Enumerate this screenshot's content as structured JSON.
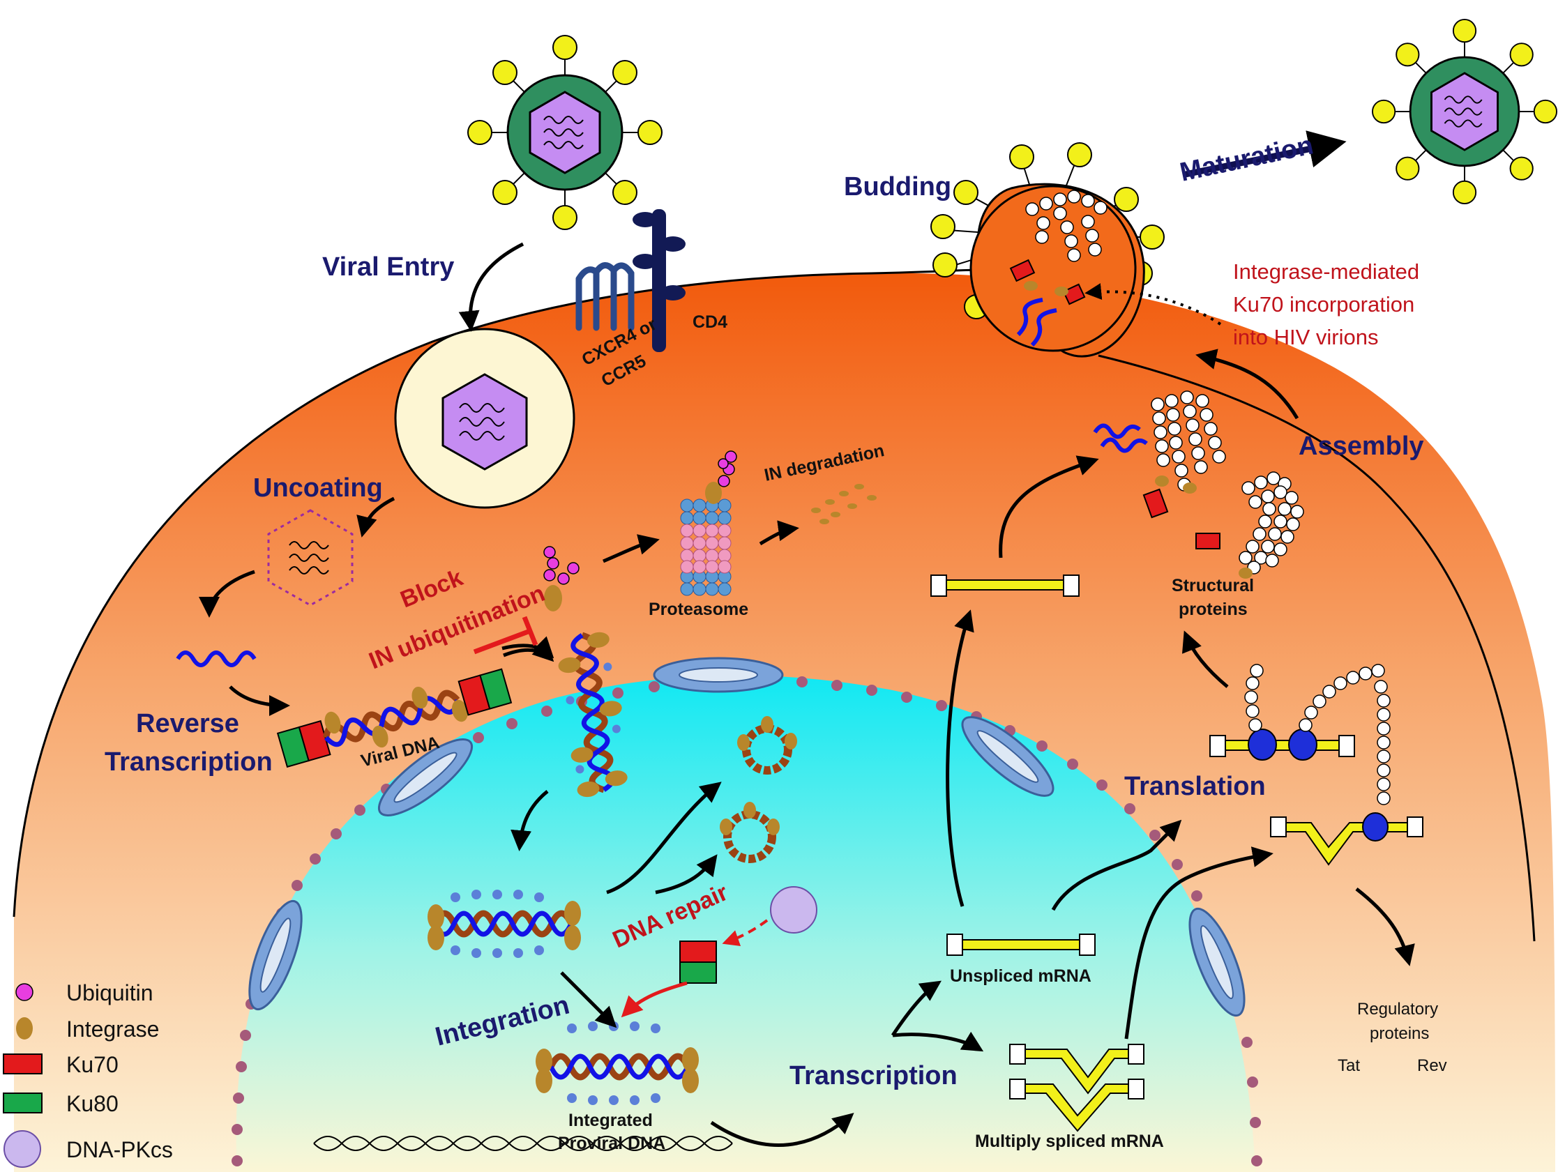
{
  "stages": {
    "viral_entry": "Viral Entry",
    "uncoating": "Uncoating",
    "reverse_transcription_1": "Reverse",
    "reverse_transcription_2": "Transcription",
    "integration": "Integration",
    "transcription": "Transcription",
    "translation": "Translation",
    "assembly": "Assembly",
    "budding": "Budding",
    "maturation": "Maturation"
  },
  "receptors": {
    "coreceptor_1": "CXCR4 or",
    "coreceptor_2": "CCR5",
    "cd4": "CD4"
  },
  "annotations": {
    "block_1": "Block",
    "block_2": "IN ubiquitination",
    "in_degradation": "IN degradation",
    "proteasome": "Proteasome",
    "viral_dna": "Viral DNA",
    "dna_repair": "DNA repair",
    "integrated_1": "Integrated",
    "integrated_2": "Proviral DNA",
    "unspliced_mrna": "Unspliced mRNA",
    "multiply_spliced_mrna": "Multiply spliced mRNA",
    "structural_1": "Structural",
    "structural_2": "proteins",
    "regulatory_1": "Regulatory",
    "regulatory_2": "proteins",
    "tat": "Tat",
    "rev": "Rev",
    "incorporation_1": "Integrase-mediated",
    "incorporation_2": "Ku70 incorporation",
    "incorporation_3": "into HIV virions"
  },
  "legend": {
    "items": [
      {
        "label": "Ubiquitin",
        "color": "#e83ee0"
      },
      {
        "label": "Integrase",
        "color": "#b8862b"
      },
      {
        "label": "Ku70",
        "color": "#e31a1c"
      },
      {
        "label": "Ku80",
        "color": "#19a84a"
      },
      {
        "label": "DNA-PKcs",
        "color": "#cbb8ee"
      }
    ]
  },
  "colors": {
    "cytoplasm": "#f26a1b",
    "nucleus": "#22e7f0",
    "label_blue": "#1a1a6e",
    "label_red": "#c0131b",
    "dna_blue": "#1212e6",
    "dna_brown": "#9b4313",
    "envelope_green": "#2f8f5f",
    "capsid_purple": "#c58cf2",
    "spike_yellow": "#f2f01a"
  }
}
